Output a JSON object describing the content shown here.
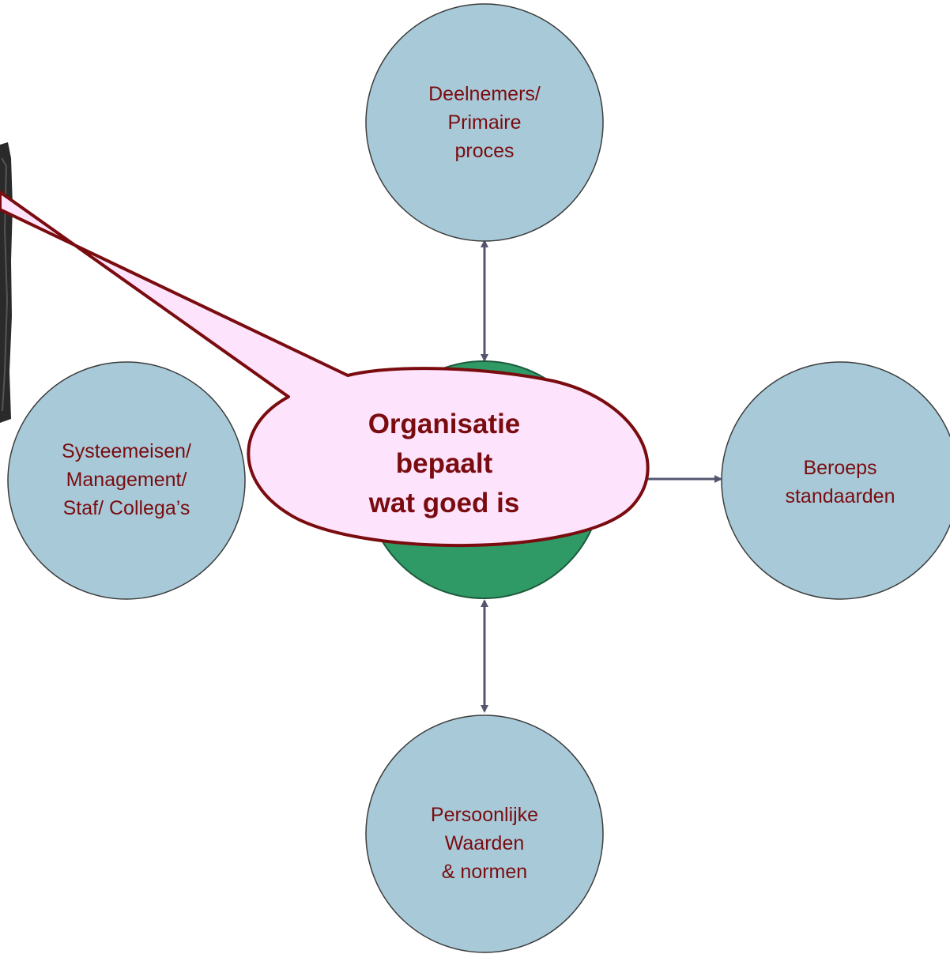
{
  "colors": {
    "node_fill": "#a8cad8",
    "node_stroke": "#3c3c3c",
    "center_fill": "#2f9a66",
    "center_stroke": "#1d5a3c",
    "arrow": "#555570",
    "callout_fill": "#fde3fb",
    "callout_stroke": "#7a0c10",
    "text": "#7a0c10",
    "figure": "#2a2a2a"
  },
  "nodes": {
    "top": {
      "lines": [
        "Deelnemers/",
        "Primaire",
        "proces"
      ]
    },
    "left": {
      "lines": [
        "Systeemeisen/",
        "Management/",
        "Staf/ Collega’s"
      ]
    },
    "right": {
      "lines": [
        "Beroeps",
        "standaarden"
      ]
    },
    "bottom": {
      "lines": [
        "Persoonlijke",
        "Waarden",
        "& normen"
      ]
    }
  },
  "callout": {
    "lines": [
      "Organisatie",
      "bepaalt",
      "wat goed is"
    ]
  },
  "figure_icon": "person-silhouette-icon"
}
